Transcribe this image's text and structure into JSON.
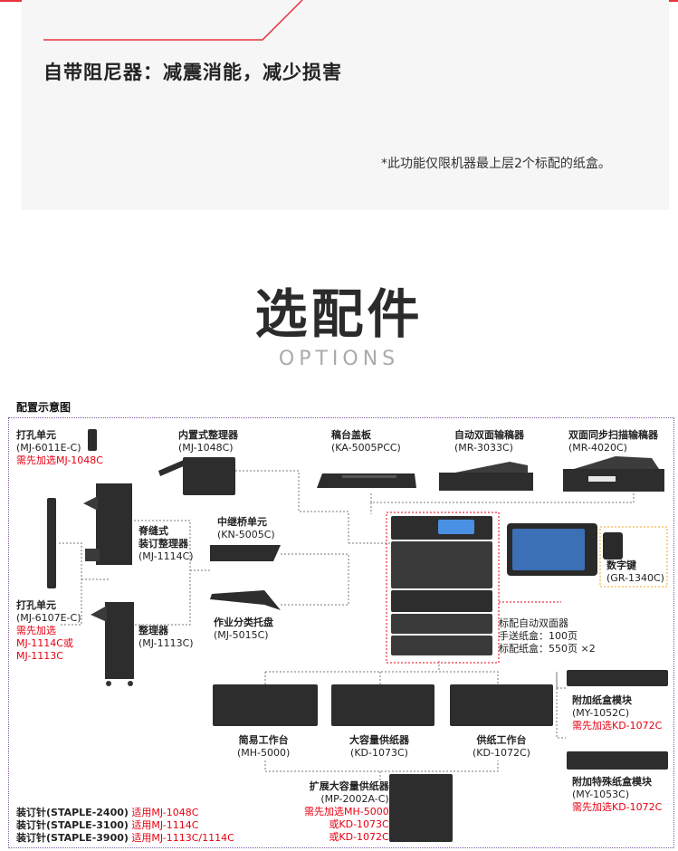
{
  "top_section": {
    "headline": "自带阻尼器：减震消能，减少损害",
    "footnote": "*此功能仅限机器最上层2个标配的纸盒。",
    "accent_color": "#e8323c"
  },
  "options_section": {
    "title": "选配件",
    "subtitle": "OPTIONS"
  },
  "diagram": {
    "title": "配置示意图",
    "frame_color": "#7d5aa8",
    "highlight_color": "#e60012",
    "keypad_highlight_color": "#f5a623",
    "items": {
      "punch1": {
        "name": "打孔单元",
        "model": "(MJ-6011E-C)",
        "note": "需先加选MJ-1048C"
      },
      "inner_finisher": {
        "name": "内置式整理器",
        "model": "(MJ-1048C)"
      },
      "platen_cover": {
        "name": "稿台盖板",
        "model": "(KA-5005PCC)"
      },
      "radf": {
        "name": "自动双面输稿器",
        "model": "(MR-3033C)"
      },
      "dsdf": {
        "name": "双面同步扫描输稿器",
        "model": "(MR-4020C)"
      },
      "saddle": {
        "name_line1": "脊缝式",
        "name_line2": "装订整理器",
        "model": "(MJ-1114C)"
      },
      "bridge": {
        "name": "中继桥单元",
        "model": "(KN-5005C)"
      },
      "finisher": {
        "name": "整理器",
        "model": "(MJ-1113C)"
      },
      "job_tray": {
        "name": "作业分类托盘",
        "model": "(MJ-5015C)"
      },
      "punch2": {
        "name": "打孔单元",
        "model": "(MJ-6107E-C)",
        "note_line1": "需先加选",
        "note_line2": "MJ-1114C或",
        "note_line3": "MJ-1113C"
      },
      "keypad": {
        "name": "数字键",
        "model": "(GR-1340C)"
      },
      "std": {
        "line1": "标配自动双面器",
        "line2": "手送纸盒：100页",
        "line3": "标配纸盒：550页 ×2"
      },
      "stand": {
        "name": "简易工作台",
        "model": "(MH-5000)"
      },
      "lcf": {
        "name": "大容量供纸器",
        "model": "(KD-1073C)"
      },
      "pfu": {
        "name": "供纸工作台",
        "model": "(KD-1072C)"
      },
      "add_tray": {
        "name": "附加纸盒模块",
        "model": "(MY-1052C)",
        "note": "需先加选KD-1072C"
      },
      "env_tray": {
        "name": "附加特殊纸盒模块",
        "model": "(MY-1053C)",
        "note": "需先加选KD-1072C"
      },
      "ext_lcf": {
        "name": "扩展大容量供纸器",
        "model": "(MP-2002A-C)",
        "note_line1": "需先加选MH-5000",
        "note_line2": "或KD-1073C",
        "note_line3": "或KD-1072C"
      }
    },
    "staples": [
      {
        "name": "装订针(STAPLE-2400)",
        "note": "适用MJ-1048C"
      },
      {
        "name": "装订针(STAPLE-3100)",
        "note": "适用MJ-1114C"
      },
      {
        "name": "装订针(STAPLE-3900)",
        "note": "适用MJ-1113C/1114C"
      }
    ]
  }
}
